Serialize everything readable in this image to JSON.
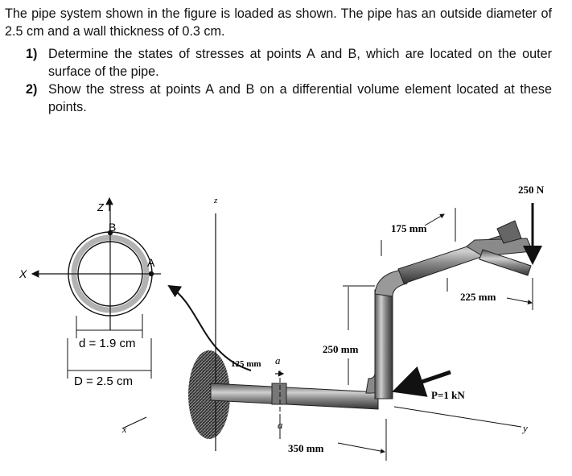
{
  "problem": {
    "intro": "The pipe system shown in the figure is loaded as shown. The pipe has an outside diameter of 2.5 cm and a wall thickness of 0.3 cm.",
    "items": [
      {
        "number": "1)",
        "text": "Determine the states of stresses at points A and B, which are located on the outer surface of the pipe."
      },
      {
        "number": "2)",
        "text": "Show the stress at points A and B on a differential volume element located at these points."
      }
    ]
  },
  "cross_section": {
    "axis_z": "Z",
    "axis_x": "X",
    "point_b": "B",
    "point_a": "A",
    "inner_diameter": "d = 1.9 cm",
    "outer_diameter": "D = 2.5 cm"
  },
  "pipe_figure": {
    "axis_z": "z",
    "axis_x": "x",
    "axis_y": "y",
    "section_a_top": "a",
    "section_a_bottom": "a",
    "dim_125": "125 mm",
    "dim_350": "350 mm",
    "dim_250": "250 mm",
    "dim_175": "175 mm",
    "dim_225": "225 mm",
    "force_250": "250 N",
    "force_p": "P=1 kN"
  }
}
